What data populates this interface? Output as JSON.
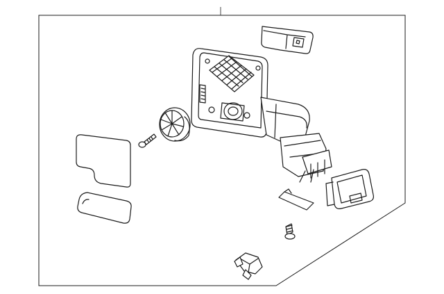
{
  "diagram": {
    "colors": {
      "line": "#1a1a1a",
      "background": "#ffffff"
    },
    "parts": [
      {
        "name": "mirror-assembly"
      },
      {
        "name": "mirror-glass"
      },
      {
        "name": "lower-mirror-glass"
      },
      {
        "name": "screw"
      },
      {
        "name": "motor-gear"
      },
      {
        "name": "bracket-clip"
      },
      {
        "name": "cover-pad"
      },
      {
        "name": "connector"
      },
      {
        "name": "bolt"
      },
      {
        "name": "harness-plug"
      }
    ]
  }
}
